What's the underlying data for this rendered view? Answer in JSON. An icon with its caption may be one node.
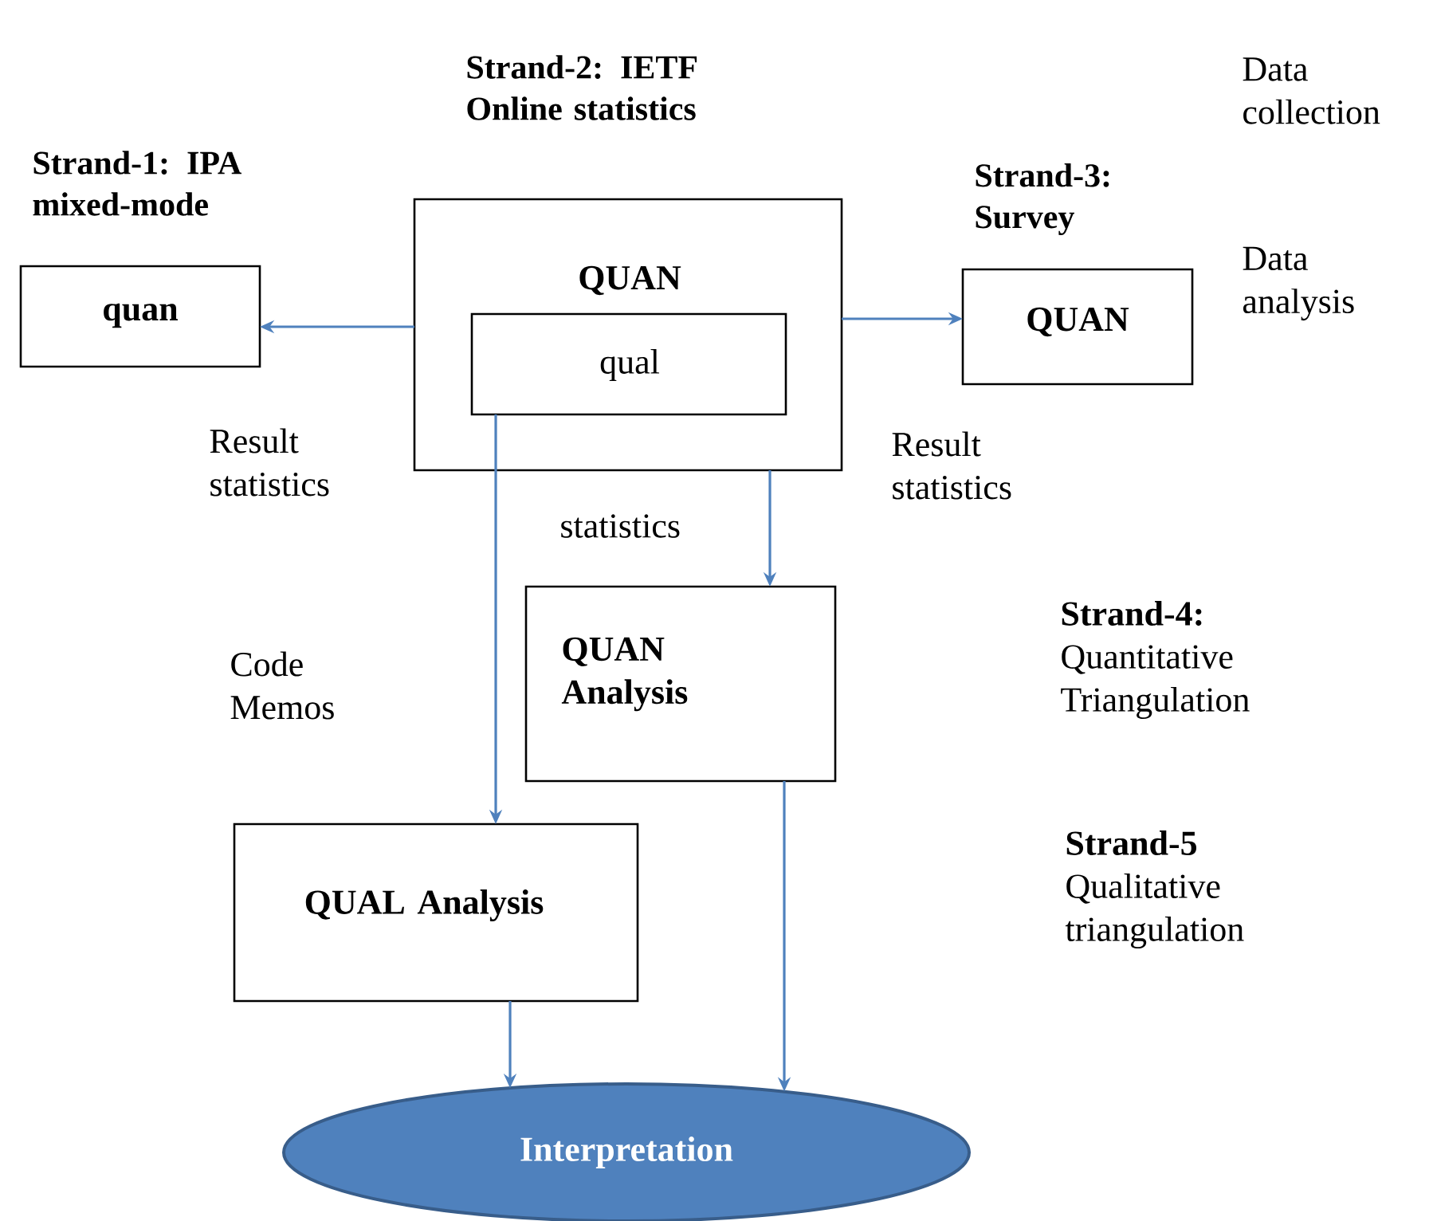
{
  "diagram": {
    "nodes": [
      {
        "text": [
          "Strand-2: IETF Online statistics",
          "QUAN"
        ]
      },
      {
        "text": [
          "qual"
        ],
        "in": 0
      },
      {
        "text": [
          "Strand-1: IPA mixed-mode",
          "quan"
        ]
      },
      {
        "text": [
          "Strand-3: Survey",
          "QUAN"
        ]
      },
      {
        "text": [
          "QUAN Analysis"
        ]
      },
      {
        "text": [
          "QUAL Analysis"
        ]
      },
      {
        "text": [
          "Interpretation"
        ]
      }
    ],
    "edges": [
      {
        "from": 0,
        "to": 2,
        "arrow": "to",
        "label": "Result statistics"
      },
      {
        "from": 0,
        "to": 3,
        "arrow": "to",
        "label": "Result statistics"
      },
      {
        "from": 0,
        "to": 4,
        "arrow": "to",
        "label": "statistics"
      },
      {
        "from": 1,
        "to": 5,
        "arrow": "to",
        "label": "Code Memos"
      },
      {
        "from": 5,
        "to": 6,
        "arrow": "to"
      },
      {
        "from": 4,
        "to": 6,
        "arrow": "to"
      }
    ],
    "labels": [
      "Data collection",
      "Data analysis",
      "**Strand-4:** Quantitative Triangulation",
      "**Strand-5** Qualitative triangulation"
    ]
  }
}
